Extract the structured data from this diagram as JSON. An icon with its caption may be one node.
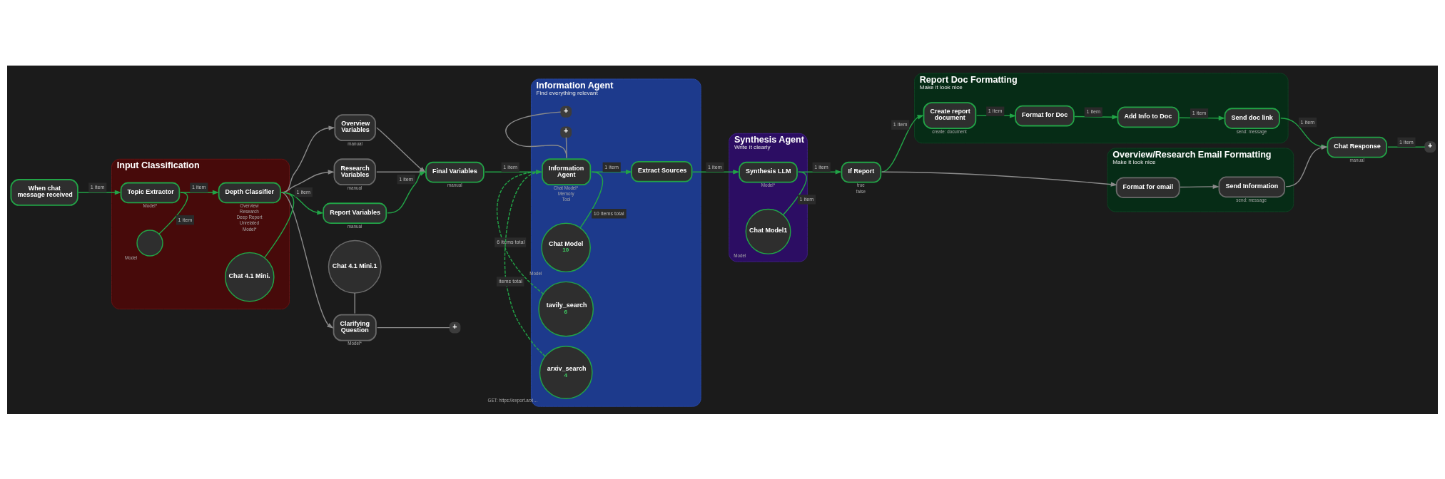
{
  "diagram": {
    "nodes": [
      {
        "text": [
          "When chat message received"
        ]
      },
      {
        "text": [
          "Input Classification"
        ]
      },
      {
        "text": [
          "Topic Extractor"
        ],
        "in": 1,
        "beside": [
          "Model*"
        ]
      },
      {
        "text": [],
        "shape": "circle",
        "in": 1,
        "beside": [
          "Model"
        ]
      },
      {
        "text": [
          "Depth Classifier"
        ],
        "in": 1,
        "beside": [
          "Overview",
          "Research",
          "Deep Report",
          "Unrelated",
          "Model*"
        ]
      },
      {
        "text": [
          "Chat 4.1 Mini."
        ],
        "in": 1
      },
      {
        "text": [
          "Overview Variables"
        ],
        "beside": [
          "manual"
        ]
      },
      {
        "text": [
          "Research Variables"
        ],
        "beside": [
          "manual"
        ]
      },
      {
        "text": [
          "Report Variables"
        ],
        "beside": [
          "manual"
        ]
      },
      {
        "text": [
          "Clarifying Question"
        ],
        "beside": [
          "Model*"
        ]
      },
      {
        "text": [
          "+"
        ]
      },
      {
        "text": [
          "Chat 4.1 Mini.1"
        ]
      },
      {
        "text": [
          "Final Variables"
        ],
        "beside": [
          "manual"
        ]
      },
      {
        "text": [
          "Information Agent",
          "Find everything relevant"
        ]
      },
      {
        "text": [
          "Information Agent"
        ],
        "in": 13,
        "beside": [
          "Chat Model*",
          "Memory",
          "Tool"
        ]
      },
      {
        "text": [
          "Extract Sources"
        ],
        "in": 13
      },
      {
        "text": [
          "Chat Model",
          "10"
        ],
        "in": 13,
        "beside": [
          "Model"
        ]
      },
      {
        "text": [
          "+"
        ],
        "in": 13
      },
      {
        "text": [
          "+"
        ],
        "in": 13
      },
      {
        "text": [
          "tavily_search",
          "6"
        ],
        "in": 13
      },
      {
        "text": [
          "arxiv_search",
          "4"
        ],
        "in": 13,
        "beside": [
          "GET: https://export.arxi…"
        ]
      },
      {
        "text": [
          "Synthesis Agent",
          "Write it clearly"
        ]
      },
      {
        "text": [
          "Synthesis LLM"
        ],
        "in": 21,
        "beside": [
          "Model*"
        ]
      },
      {
        "text": [
          "Chat Model1"
        ],
        "in": 21,
        "beside": [
          "Model"
        ]
      },
      {
        "text": [
          "If Report"
        ],
        "beside": [
          "true",
          "false"
        ]
      },
      {
        "text": [
          "Report Doc Formatting",
          "Make it look nice"
        ]
      },
      {
        "text": [
          "Create report document"
        ],
        "in": 25,
        "beside": [
          "create: document"
        ]
      },
      {
        "text": [
          "Format for Doc"
        ],
        "in": 25
      },
      {
        "text": [
          "Add Info to Doc"
        ],
        "in": 25
      },
      {
        "text": [
          "Send doc link"
        ],
        "in": 25,
        "beside": [
          "send: message"
        ]
      },
      {
        "text": [
          "Overview/Research Email Formatting",
          "Make it look nice"
        ]
      },
      {
        "text": [
          "Format for email"
        ],
        "in": 30
      },
      {
        "text": [
          "Send Information"
        ],
        "in": 30,
        "beside": [
          "send: message"
        ]
      },
      {
        "text": [
          "Chat Response"
        ],
        "beside": [
          "manual"
        ]
      },
      {
        "text": [
          "+"
        ]
      }
    ],
    "edges": [
      {
        "from": 0,
        "to": 2,
        "arrow": "to",
        "label": "1 item"
      },
      {
        "from": 3,
        "to": 2,
        "arrow": "none",
        "label": "1 item"
      },
      {
        "from": 2,
        "to": 4,
        "arrow": "to",
        "label": "1 item"
      },
      {
        "from": 5,
        "to": 4,
        "arrow": "none"
      },
      {
        "from": 4,
        "to": 6,
        "arrow": "to",
        "color": "#8a8a8a"
      },
      {
        "from": 4,
        "to": 7,
        "arrow": "to",
        "color": "#8a8a8a"
      },
      {
        "from": 4,
        "to": 8,
        "arrow": "to",
        "label": "1 item"
      },
      {
        "from": 4,
        "to": 9,
        "arrow": "to",
        "color": "#8a8a8a"
      },
      {
        "from": 9,
        "to": 10,
        "arrow": "none",
        "color": "#8a8a8a"
      },
      {
        "from": 11,
        "to": 9,
        "arrow": "none",
        "color": "#8a8a8a"
      },
      {
        "from": 6,
        "to": 12,
        "arrow": "to",
        "color": "#8a8a8a"
      },
      {
        "from": 7,
        "to": 12,
        "arrow": "to",
        "color": "#8a8a8a"
      },
      {
        "from": 8,
        "to": 12,
        "arrow": "to",
        "label": "1 item"
      },
      {
        "from": 12,
        "to": 14,
        "arrow": "to",
        "label": "1 item"
      },
      {
        "from": 16,
        "to": 14,
        "arrow": "none",
        "label": "10 items total"
      },
      {
        "from": 14,
        "to": 17,
        "arrow": "none",
        "color": "#8a8a8a"
      },
      {
        "from": 14,
        "to": 18,
        "arrow": "none",
        "color": "#8a8a8a"
      },
      {
        "from": 19,
        "to": 14,
        "arrow": "none",
        "style": "dashed",
        "label": "6 items total"
      },
      {
        "from": 20,
        "to": 14,
        "arrow": "none",
        "style": "dashed",
        "label": "items total"
      },
      {
        "from": 14,
        "to": 15,
        "arrow": "to",
        "label": "1 item"
      },
      {
        "from": 15,
        "to": 22,
        "arrow": "to",
        "label": "1 item"
      },
      {
        "from": 23,
        "to": 22,
        "arrow": "none",
        "label": "1 item"
      },
      {
        "from": 22,
        "to": 24,
        "arrow": "to",
        "label": "1 item"
      },
      {
        "from": 24,
        "to": 26,
        "arrow": "to",
        "label": "1 item"
      },
      {
        "from": 24,
        "to": 31,
        "arrow": "to",
        "color": "#8a8a8a"
      },
      {
        "from": 26,
        "to": 27,
        "arrow": "to",
        "label": "1 item"
      },
      {
        "from": 27,
        "to": 28,
        "arrow": "to",
        "label": "1 item"
      },
      {
        "from": 28,
        "to": 29,
        "arrow": "to",
        "label": "1 item"
      },
      {
        "from": 29,
        "to": 33,
        "arrow": "to",
        "label": "1 item"
      },
      {
        "from": 31,
        "to": 32,
        "arrow": "to",
        "color": "#8a8a8a"
      },
      {
        "from": 32,
        "to": 33,
        "arrow": "to",
        "color": "#8a8a8a"
      },
      {
        "from": 33,
        "to": 34,
        "arrow": "none",
        "label": "1 item"
      }
    ]
  }
}
